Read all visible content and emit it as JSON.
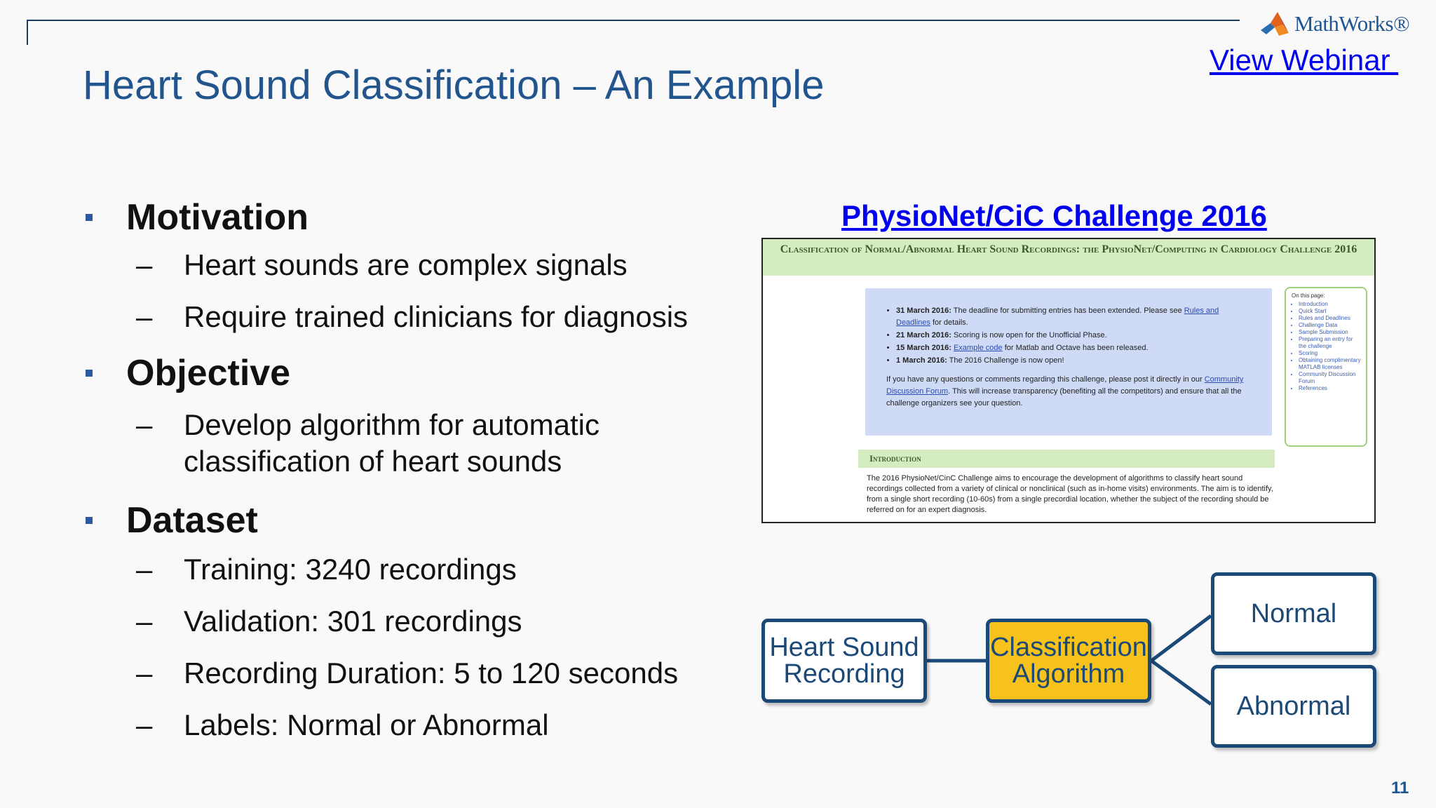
{
  "header": {
    "logo_text": "MathWorks®",
    "webinar_link": "View Webinar ",
    "title": "Heart Sound Classification – An Example"
  },
  "bullets": [
    {
      "head": "Motivation",
      "subs": [
        "Heart sounds are complex signals",
        "Require trained clinicians for diagnosis"
      ]
    },
    {
      "head": "Objective",
      "subs": [
        "Develop algorithm for automatic classification of heart sounds"
      ]
    },
    {
      "head": "Dataset",
      "subs": [
        "Training: 3240 recordings",
        "Validation: 301 recordings",
        "Recording Duration: 5 to 120 seconds",
        "Labels: Normal or Abnormal"
      ]
    }
  ],
  "challenge": {
    "link": "PhysioNet/CiC Challenge 2016",
    "banner": "Classification of Normal/Abnormal Heart Sound Recordings: the PhysioNet/Computing in Cardiology Challenge 2016",
    "news": [
      {
        "date": "31 March 2016:",
        "text": " The deadline for submitting entries has been extended. Please see ",
        "link": "Rules and Deadlines",
        "after": " for details."
      },
      {
        "date": "21 March 2016:",
        "text": " Scoring is now open for the Unofficial Phase.",
        "link": "",
        "after": ""
      },
      {
        "date": "15 March 2016:",
        "text": " ",
        "link": "Example code",
        "after": " for Matlab and Octave has been released."
      },
      {
        "date": "1 March 2016:",
        "text": " The 2016 Challenge is now open!",
        "link": "",
        "after": ""
      }
    ],
    "questions_pre": "If you have any questions or comments regarding this challenge, please post it directly in our ",
    "questions_link": "Community Discussion Forum",
    "questions_post": ". This will increase transparency (benefiting all the competitors) and ensure that all the challenge organizers see your question.",
    "toc_title": "On this page:",
    "toc": [
      "Introduction",
      "Quick Start",
      "Rules and Deadlines",
      "Challenge Data",
      "Sample Submission",
      "Preparing an entry for the challenge",
      "Scoring",
      "Obtaining complimentary MATLAB licenses",
      "Community Discussion Forum",
      "References"
    ],
    "intro_heading": "Introduction",
    "intro_text": "The 2016 PhysioNet/CinC Challenge aims to encourage the development of algorithms to classify heart sound recordings collected from a variety of clinical or nonclinical (such as in-home visits) environments. The aim is to identify, from a single short recording (10-60s) from a single precordial location, whether the subject of the recording should be referred on for an expert diagnosis."
  },
  "diagram": {
    "input": "Heart Sound Recording",
    "algorithm": "Classification Algorithm",
    "normal": "Normal",
    "abnormal": "Abnormal"
  },
  "page_number": "11",
  "colors": {
    "title": "#22558e",
    "node_border": "#1b4a78",
    "algorithm_fill": "#f7c21b",
    "banner": "#d4ecc0"
  }
}
